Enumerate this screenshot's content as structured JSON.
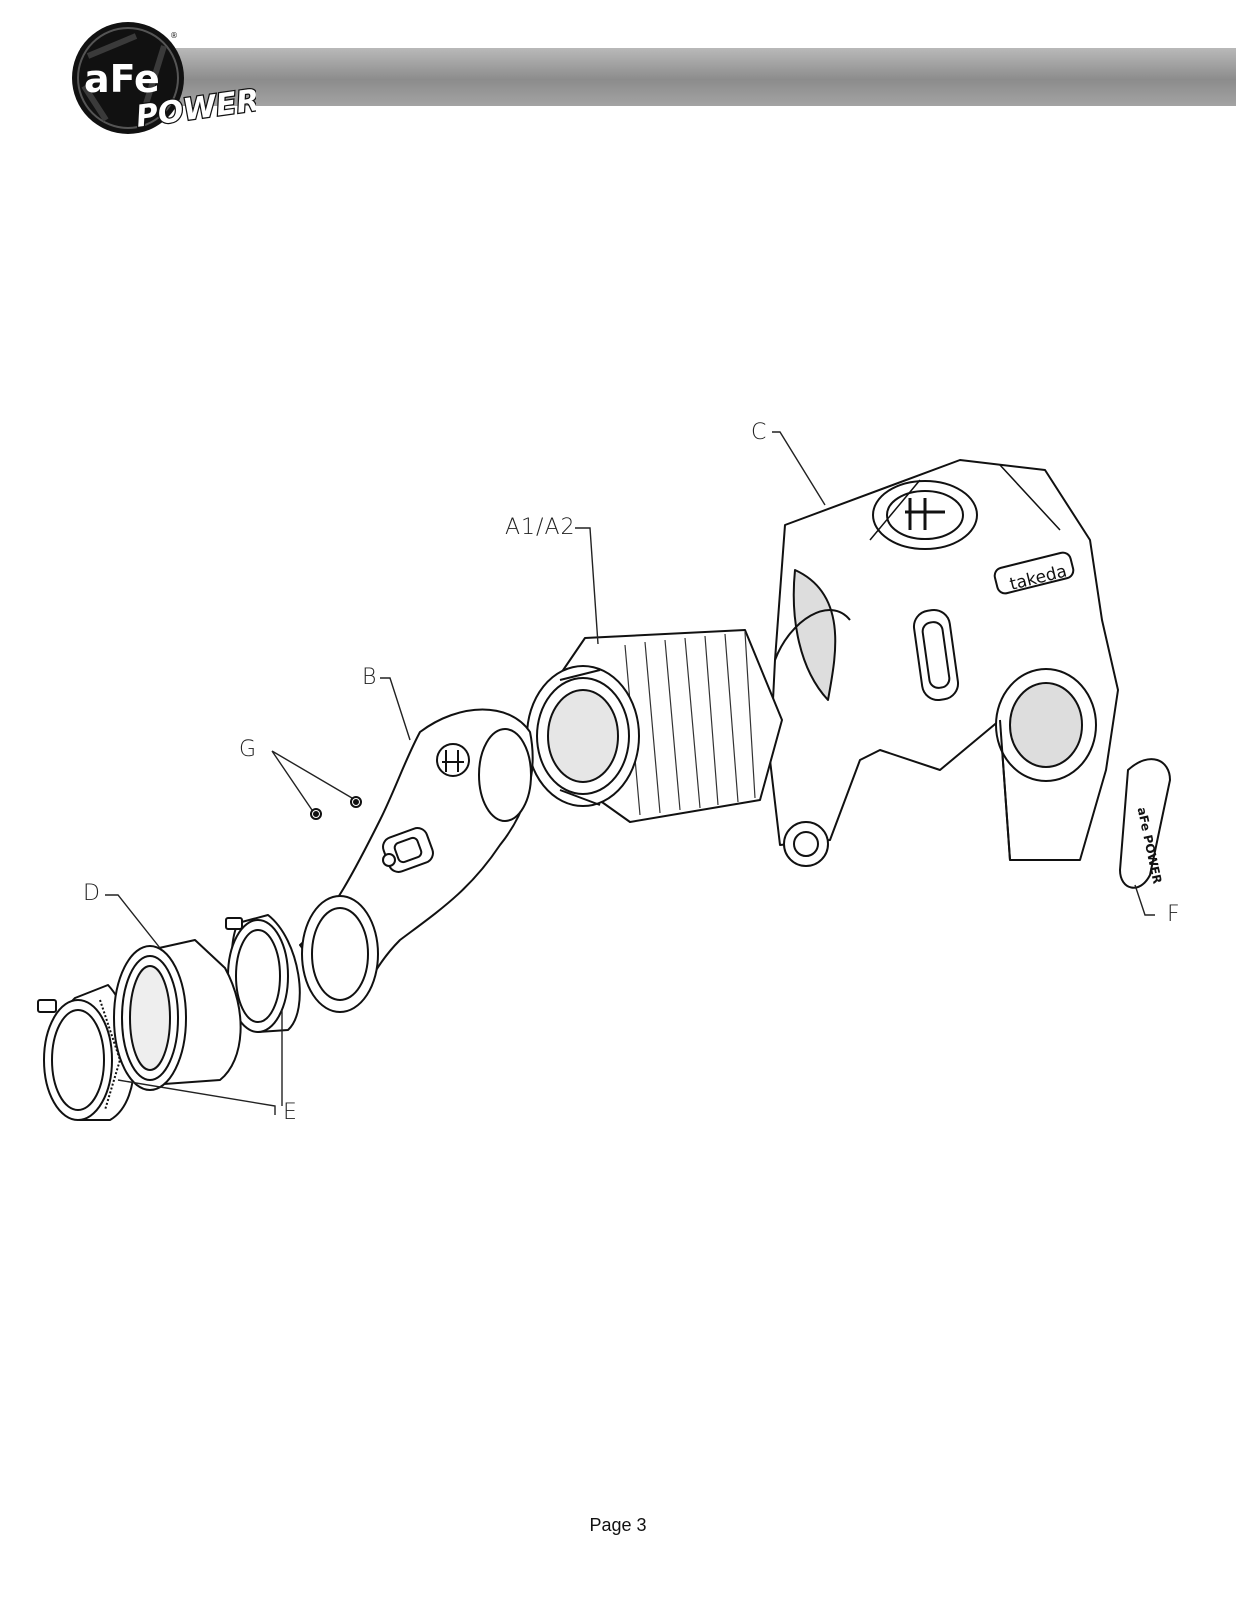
{
  "header": {
    "logo": {
      "brand": "aFe",
      "sub": "POWER",
      "mark": "®",
      "icon": "afe-power-logo-icon"
    }
  },
  "diagram": {
    "callouts": [
      {
        "id": "C",
        "text": "C"
      },
      {
        "id": "A",
        "text": "A1/A2"
      },
      {
        "id": "B",
        "text": "B"
      },
      {
        "id": "G",
        "text": "G"
      },
      {
        "id": "D",
        "text": "D"
      },
      {
        "id": "E",
        "text": "E"
      },
      {
        "id": "F",
        "text": "F"
      }
    ],
    "parts": {
      "housing_badge": "takeda",
      "heat_shield_badge": "aFe POWER"
    }
  },
  "footer": {
    "page": "Page 3"
  }
}
